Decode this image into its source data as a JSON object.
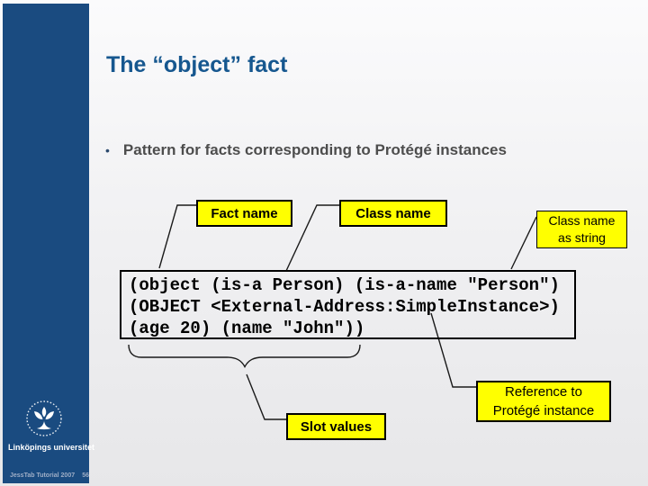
{
  "slide": {
    "title": "The “object” fact",
    "bullet": {
      "marker": "•",
      "text": "Pattern for facts corresponding to Protégé instances"
    },
    "code": {
      "lines": [
        "(object (is-a Person) (is-a-name \"Person\")",
        "(OBJECT <External-Address:SimpleInstance>)",
        "(age 20) (name \"John\"))"
      ]
    },
    "labels": {
      "fact_name": "Fact name",
      "class_name": "Class name",
      "class_name_as_string": "Class name\nas string",
      "slot_values": "Slot values",
      "reference_to_instance": "Reference to\nProtégé instance"
    },
    "footer": {
      "course": "JessTab Tutorial 2007",
      "page_number": "56"
    },
    "logo": {
      "wordmark": "Linköpings universitet"
    }
  },
  "colors": {
    "sidebar_blue": "#1A4B80",
    "title_blue": "#16578F",
    "body_gray": "#4D4D4D",
    "label_yellow": "#FFFF00",
    "footer_text": "#9FAEC6",
    "bg_top": "#FBFBFC",
    "bg_bottom": "#E7E7E9",
    "line_black": "#1A1A1A"
  }
}
